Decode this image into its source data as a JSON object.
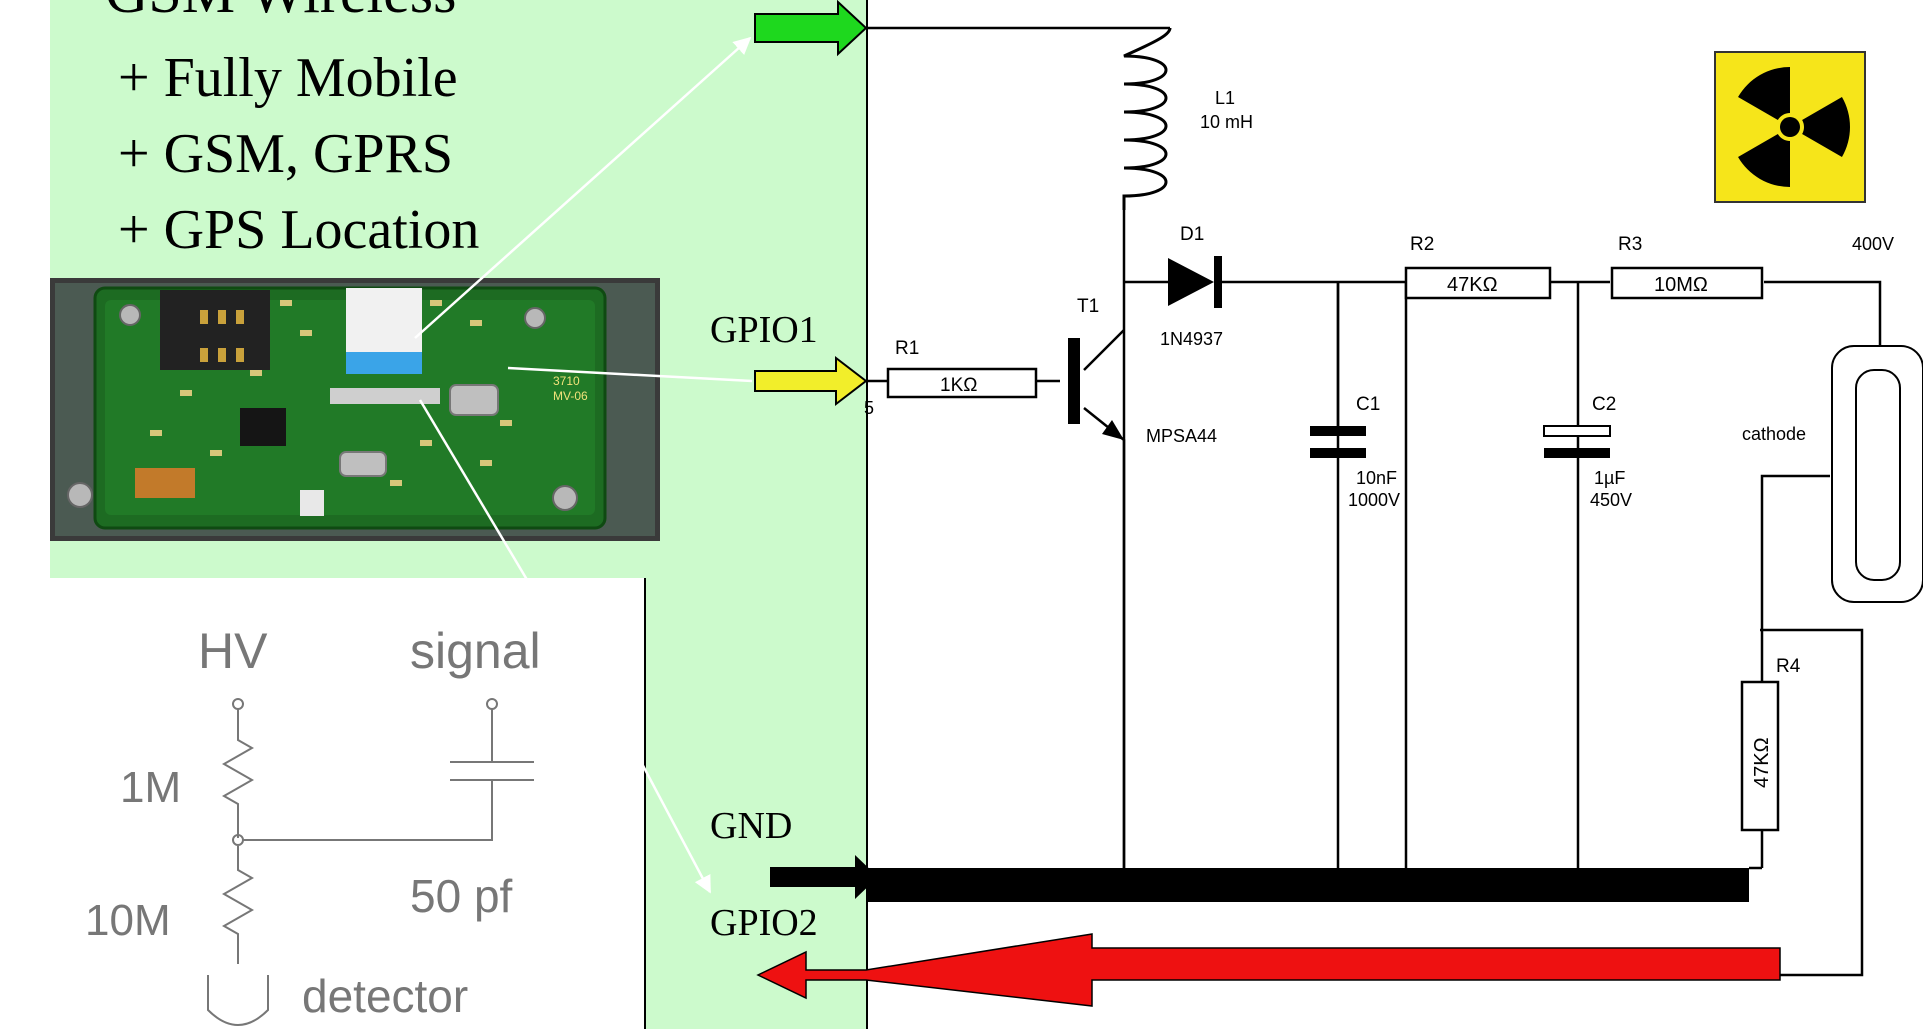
{
  "slide": {
    "title": "GSM Wireless",
    "bullets": [
      "+ Fully Mobile",
      "+ GSM, GPRS",
      "+ GPS Location"
    ],
    "board_marking": "3710\nMV-06",
    "colors": {
      "panel": "#ccfacc",
      "green_arrow": "#1ed81e",
      "yellow_arrow": "#f2ee2a",
      "red_arrow": "#ee1111",
      "black_bus": "#000000",
      "radiation_bg": "#f6e51a",
      "pcb": "#1d6b22"
    }
  },
  "connectors": {
    "gpio1": "GPIO1",
    "gnd": "GND",
    "gpio2": "GPIO2"
  },
  "detector_sketch": {
    "hv": "HV",
    "signal": "signal",
    "r_top": "1M",
    "r_bottom": "10M",
    "cap": "50 pf",
    "detector": "detector"
  },
  "schematic": {
    "l1_name": "L1",
    "l1_value": "10 mH",
    "d1_name": "D1",
    "d1_part": "1N4937",
    "t1_name": "T1",
    "t1_part": "MPSA44",
    "r1_name": "R1",
    "r1_value": "1KΩ",
    "r2_name": "R2",
    "r2_value": "47KΩ",
    "r3_name": "R3",
    "r3_value": "10MΩ",
    "r4_name": "R4",
    "r4_value": "47KΩ",
    "c1_name": "C1",
    "c1_value": "10nF",
    "c1_rating": "1000V",
    "c2_name": "C2",
    "c2_value": "1µF",
    "c2_rating": "450V",
    "hv_label": "400V",
    "cathode_label": "cathode",
    "edge_mark": "5"
  }
}
